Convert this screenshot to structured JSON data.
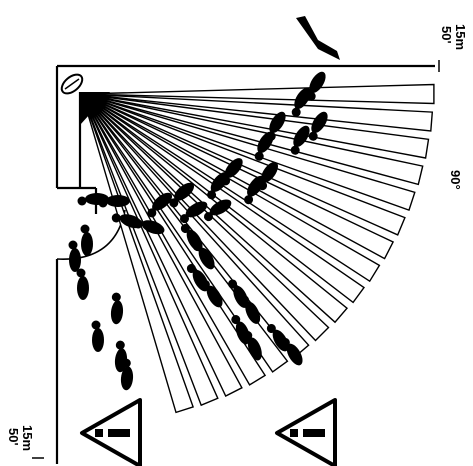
{
  "labels": {
    "range_top_meters": "15m",
    "range_top_feet": "50'",
    "angle": "90°",
    "range_bottom_meters": "15m",
    "range_bottom_feet": "50'"
  },
  "diagram": {
    "fan_beam_count": 17,
    "fan_angle_degrees": 90,
    "footprint_count": 32,
    "warning_sign_count": 2,
    "colors": {
      "ink": "#000000",
      "paper": "#ffffff"
    }
  }
}
